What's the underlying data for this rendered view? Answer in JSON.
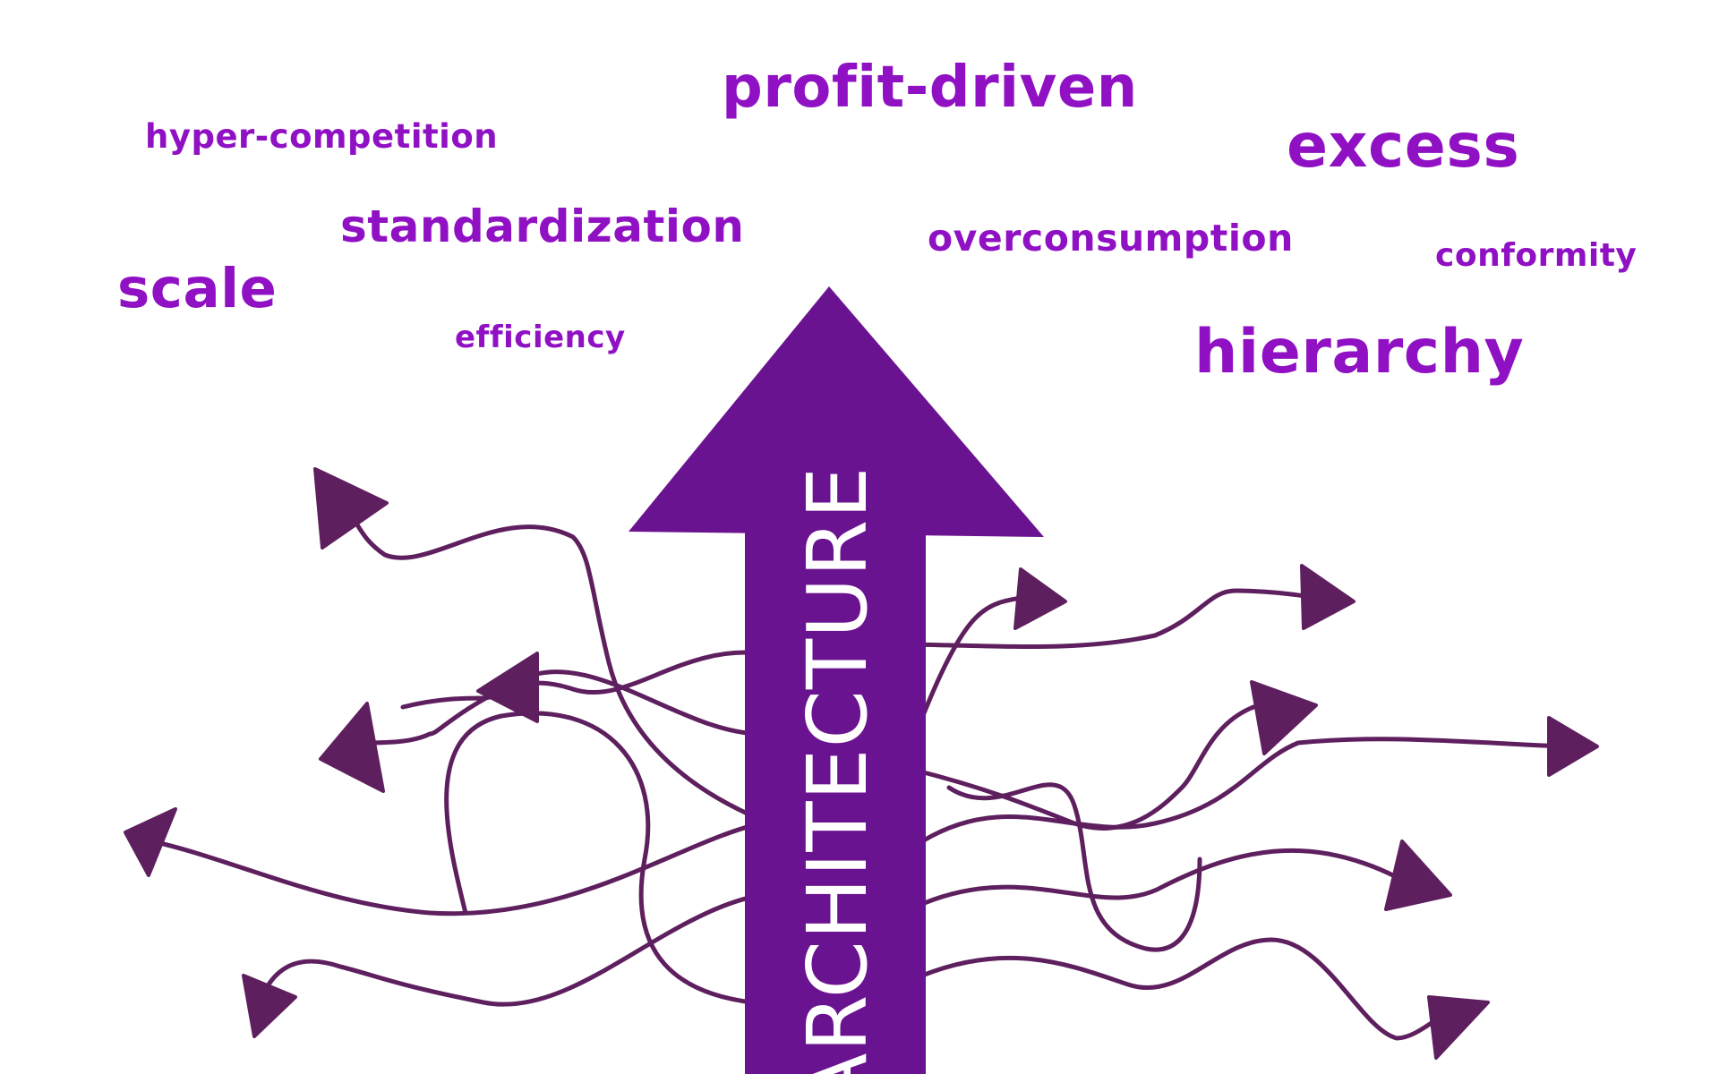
{
  "central_label": "ARCHITECTURE",
  "words": {
    "profit_driven": "profit-driven",
    "hyper_competition": "hyper-competition",
    "excess": "excess",
    "standardization": "standardization",
    "overconsumption": "overconsumption",
    "conformity": "conformity",
    "scale": "scale",
    "efficiency": "efficiency",
    "hierarchy": "hierarchy"
  },
  "colors": {
    "text": "#9010c4",
    "main_arrow": "#6a1390",
    "branch_arrows": "#5e1f5e",
    "label_text": "#ffffff"
  },
  "icons": {
    "main_arrow": "thick-up-arrow",
    "branches": "thin-curved-arrows"
  }
}
